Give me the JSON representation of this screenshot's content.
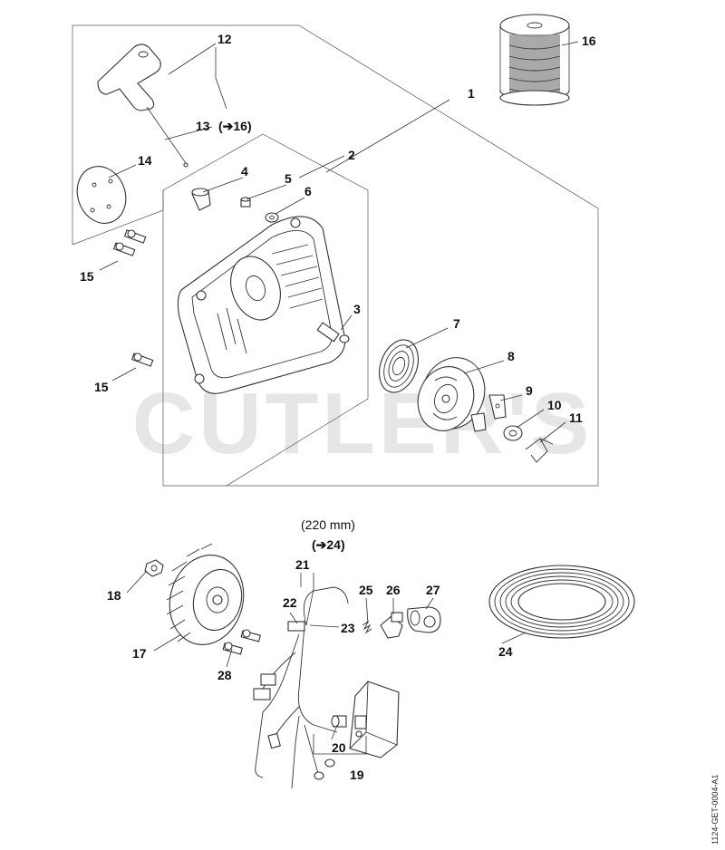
{
  "watermark": "CUTLER'S",
  "doc_code": "1124-GET-0004-A1",
  "refs": {
    "ref_12": "(➔16)",
    "ref_21": "(➔24)"
  },
  "wire_length": "(220 mm)",
  "labels": {
    "l1": "1",
    "l2": "2",
    "l3": "3",
    "l4": "4",
    "l5": "5",
    "l6": "6",
    "l7": "7",
    "l8": "8",
    "l9": "9",
    "l10": "10",
    "l11": "11",
    "l12": "12",
    "l13": "13",
    "l14": "14",
    "l15a": "15",
    "l15b": "15",
    "l16": "16",
    "l17": "17",
    "l18": "18",
    "l19": "19",
    "l20": "20",
    "l21": "21",
    "l22": "22",
    "l23": "23",
    "l24": "24",
    "l25": "25",
    "l26": "26",
    "l27": "27",
    "l28": "28"
  },
  "icons": {
    "arrow": "right-arrow-icon"
  }
}
